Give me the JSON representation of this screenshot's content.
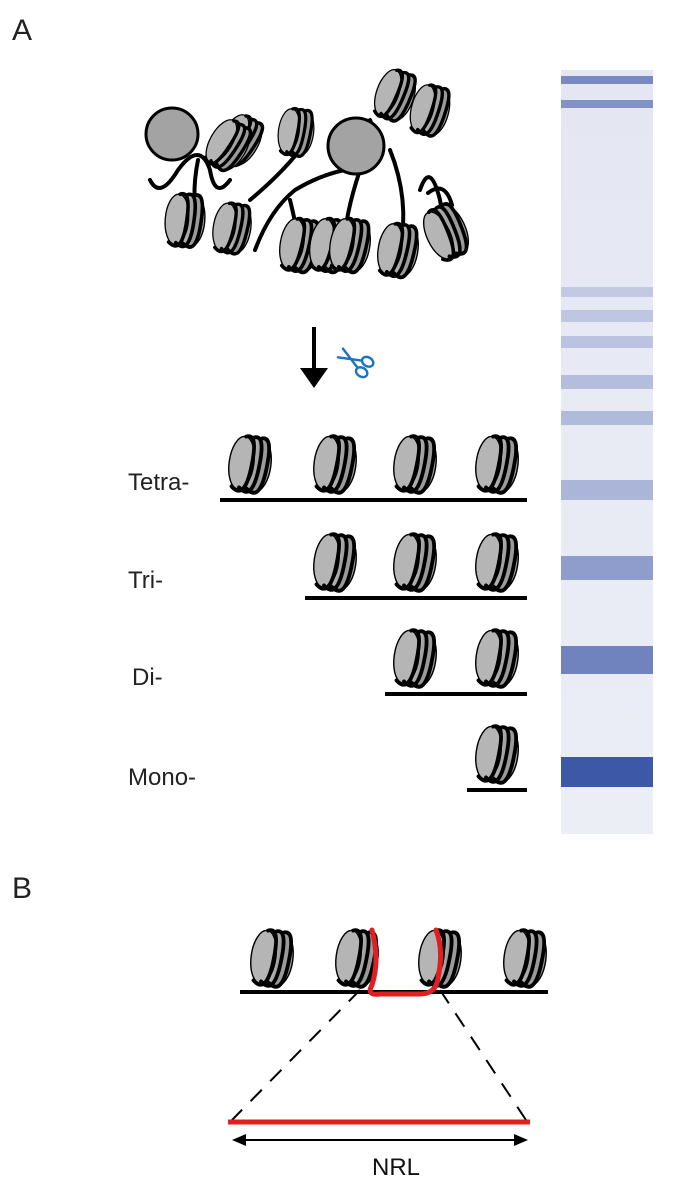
{
  "panel_a": {
    "label": "A",
    "fragments": [
      {
        "label": "Tetra-",
        "count": 4
      },
      {
        "label": "Tri-",
        "count": 3
      },
      {
        "label": "Di-",
        "count": 2
      },
      {
        "label": "Mono-",
        "count": 1
      }
    ],
    "gel_bands": [
      {
        "intensity": 0.55
      },
      {
        "intensity": 0.5
      },
      {
        "intensity": 0.18
      },
      {
        "intensity": 0.2
      },
      {
        "intensity": 0.22
      },
      {
        "intensity": 0.25
      },
      {
        "intensity": 0.28
      },
      {
        "intensity": 0.3
      },
      {
        "intensity": 0.45
      },
      {
        "intensity": 0.6
      },
      {
        "intensity": 0.85
      },
      {
        "intensity": 1.0
      }
    ],
    "digestion_icon": "scissors-icon"
  },
  "panel_b": {
    "label": "B",
    "linker_label": "NRL"
  },
  "colors": {
    "nucleosome_fill": "#a9a9a9",
    "dna": "#000000",
    "linker_highlight": "#e02020",
    "gel_band": "#1f3d99",
    "gel_background": "#e8eaf4",
    "scissors": "#1a73c6"
  }
}
